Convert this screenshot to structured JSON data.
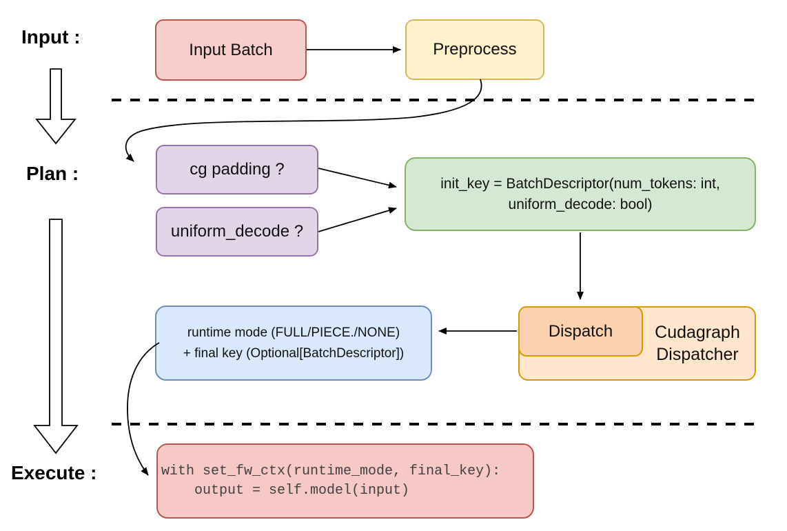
{
  "stage_labels": {
    "input": "Input :",
    "plan": "Plan :",
    "execute": "Execute :"
  },
  "nodes": {
    "input_batch": {
      "label": "Input Batch"
    },
    "preprocess": {
      "label": "Preprocess"
    },
    "cg_padding": {
      "label": "cg padding ?"
    },
    "uniform_decode": {
      "label": "uniform_decode ?"
    },
    "init_key": {
      "line1": "init_key = BatchDescriptor(num_tokens: int,",
      "line2": "uniform_decode: bool)"
    },
    "dispatch": {
      "label": "Dispatch"
    },
    "cudagraph_dispatcher": {
      "line1": "Cudagraph",
      "line2": "Dispatcher"
    },
    "runtime_mode": {
      "line1": "runtime mode (FULL/PIECE./NONE)",
      "line2": "+ final key (Optional[BatchDescriptor])"
    },
    "execute_code": {
      "line1": "with set_fw_ctx(runtime_mode, final_key):",
      "line2": "    output = self.model(input)"
    }
  },
  "colors": {
    "red_fill": "#f8cecc",
    "red_stroke": "#b85450",
    "yellow_fill": "#fff2cc",
    "yellow_stroke": "#d6b656",
    "purple_fill": "#e1d5e7",
    "purple_stroke": "#9673a6",
    "green_fill": "#d5e8d4",
    "green_stroke": "#82b366",
    "blue_fill": "#dae8fc",
    "blue_stroke": "#6c8ebf",
    "orange_fill": "#ffe6cc",
    "orange_stroke": "#d79b00",
    "dispatch_fill": "#fad2b0",
    "connector_color": "#000000",
    "code_text_color": "#404040"
  }
}
